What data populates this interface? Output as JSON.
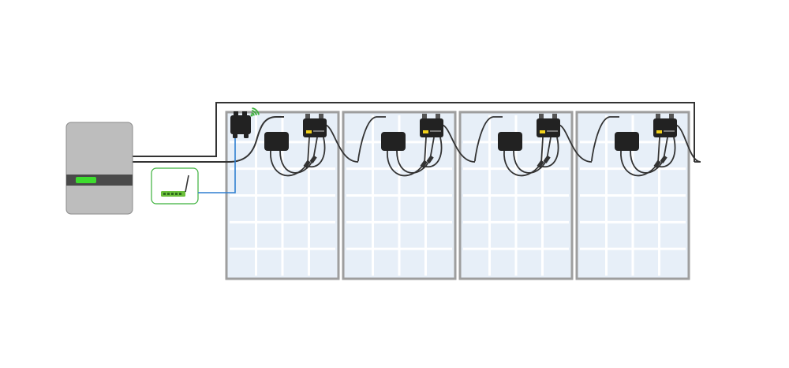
{
  "colors": {
    "inverter_body": "#bdbdbd",
    "inverter_band": "#4a4a4a",
    "status_led": "#3ddc2e",
    "panel_cell": "#e7eff8",
    "panel_frame": "#9e9e9e",
    "panel_grid": "#ffffff",
    "device_black": "#222222",
    "label_yellow": "#f2d21b",
    "cable": "#333333",
    "data_cable": "#2f7fd1",
    "router_border": "#3bb13b",
    "router_fill": "#ffffff",
    "router_board": "#6bbf3a",
    "wifi_signal": "#3bb13b"
  },
  "icons": {
    "inverter": "inverter-icon",
    "router": "router-icon",
    "gateway": "gateway-icon",
    "wifi": "wifi-signal-icon",
    "junction_box": "junction-box-icon",
    "optimizer": "optimizer-icon"
  },
  "panel_count": 4,
  "panel_grid": {
    "cols": 4,
    "rows": 6
  }
}
